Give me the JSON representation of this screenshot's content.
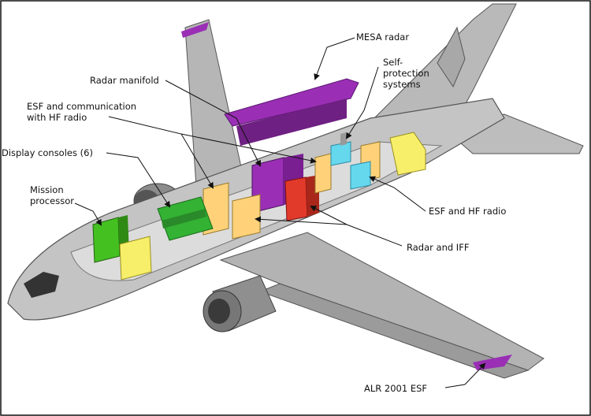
{
  "diagram": {
    "labels": {
      "mesa_radar": "MESA radar",
      "self_protection_l1": "Self-",
      "self_protection_l2": "protection",
      "self_protection_l3": "systems",
      "radar_manifold": "Radar manifold",
      "esf_comm_l1": "ESF and communication",
      "esf_comm_l2": "with HF radio",
      "display_consoles": "Display consoles (6)",
      "mission_l1": "Mission",
      "mission_l2": "processor",
      "esf_hf": "ESF and HF radio",
      "radar_iff": "Radar and IFF",
      "alr": "ALR 2001 ESF"
    },
    "colors": {
      "airframe": "#b9b9b9",
      "airframe_dark": "#8c8c8c",
      "cabin_floor": "#d9d9d9",
      "mesa": "#9a2fb5",
      "console": "#33b233",
      "mission": "#44c020",
      "cabinet": "#ffd27a",
      "yellow": "#f7ef6a",
      "cyan": "#66d8ee",
      "red": "#e23a2a"
    }
  }
}
